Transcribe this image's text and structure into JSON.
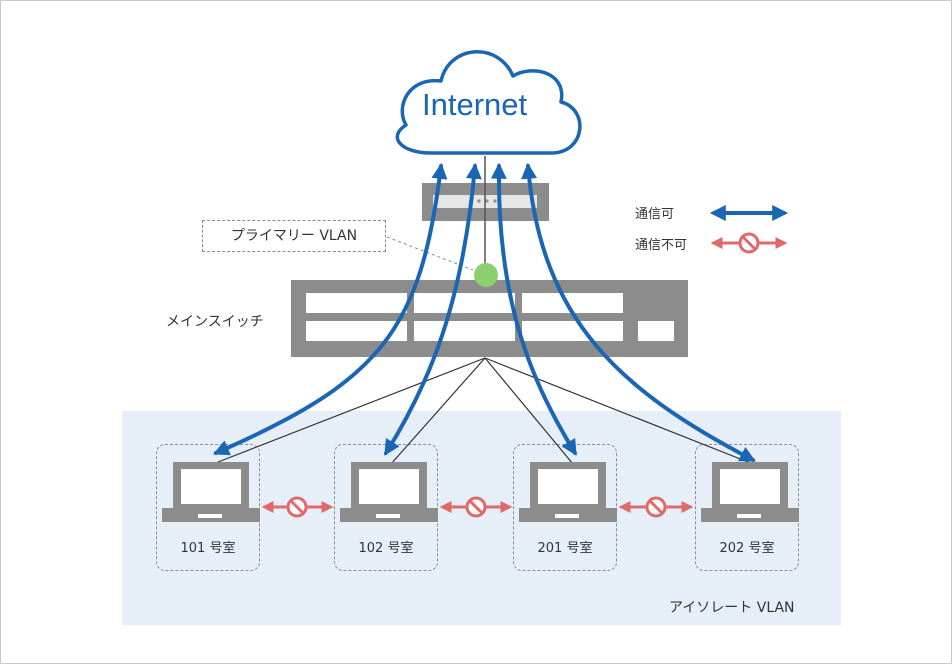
{
  "diagram": {
    "internet_label": "Internet",
    "primary_vlan_label": "プライマリー VLAN",
    "main_switch_label": "メインスイッチ",
    "isolated_vlan_label": "アイソレート VLAN",
    "legend": {
      "allowed_label": "通信可",
      "blocked_label": "通信不可"
    },
    "rooms": [
      {
        "label": "101 号室"
      },
      {
        "label": "102 号室"
      },
      {
        "label": "201 号室"
      },
      {
        "label": "202 号室"
      }
    ],
    "colors": {
      "allowed": "#1a66b5",
      "blocked": "#e06a6a",
      "primary_vlan_dot": "#8ccf6e",
      "device_gray": "#8c8c8c",
      "isolated_bg": "#e6eef7"
    }
  }
}
